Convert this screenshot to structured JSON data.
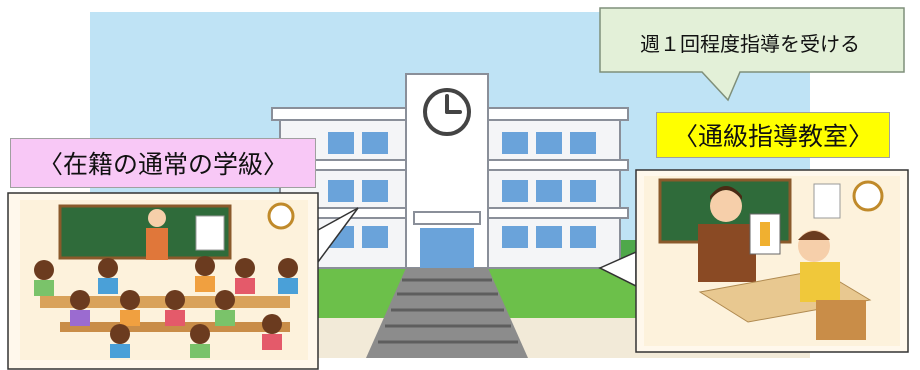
{
  "callout": {
    "text": "週１回程度指導を受ける"
  },
  "left_label": {
    "text": "〈在籍の通常の学級〉"
  },
  "right_label": {
    "text": "〈通級指導教室〉"
  },
  "colors": {
    "sky": "#bfe3f5",
    "building": "#f4f5f7",
    "window": "#6aa3da",
    "lawn": "#6cc04a",
    "callout_fill": "#e3f0d8",
    "callout_border": "#7f8f7a",
    "left_label_bg": "#f8c8f6",
    "right_label_bg": "#ffff00",
    "blackboard": "#2f6b3a"
  }
}
